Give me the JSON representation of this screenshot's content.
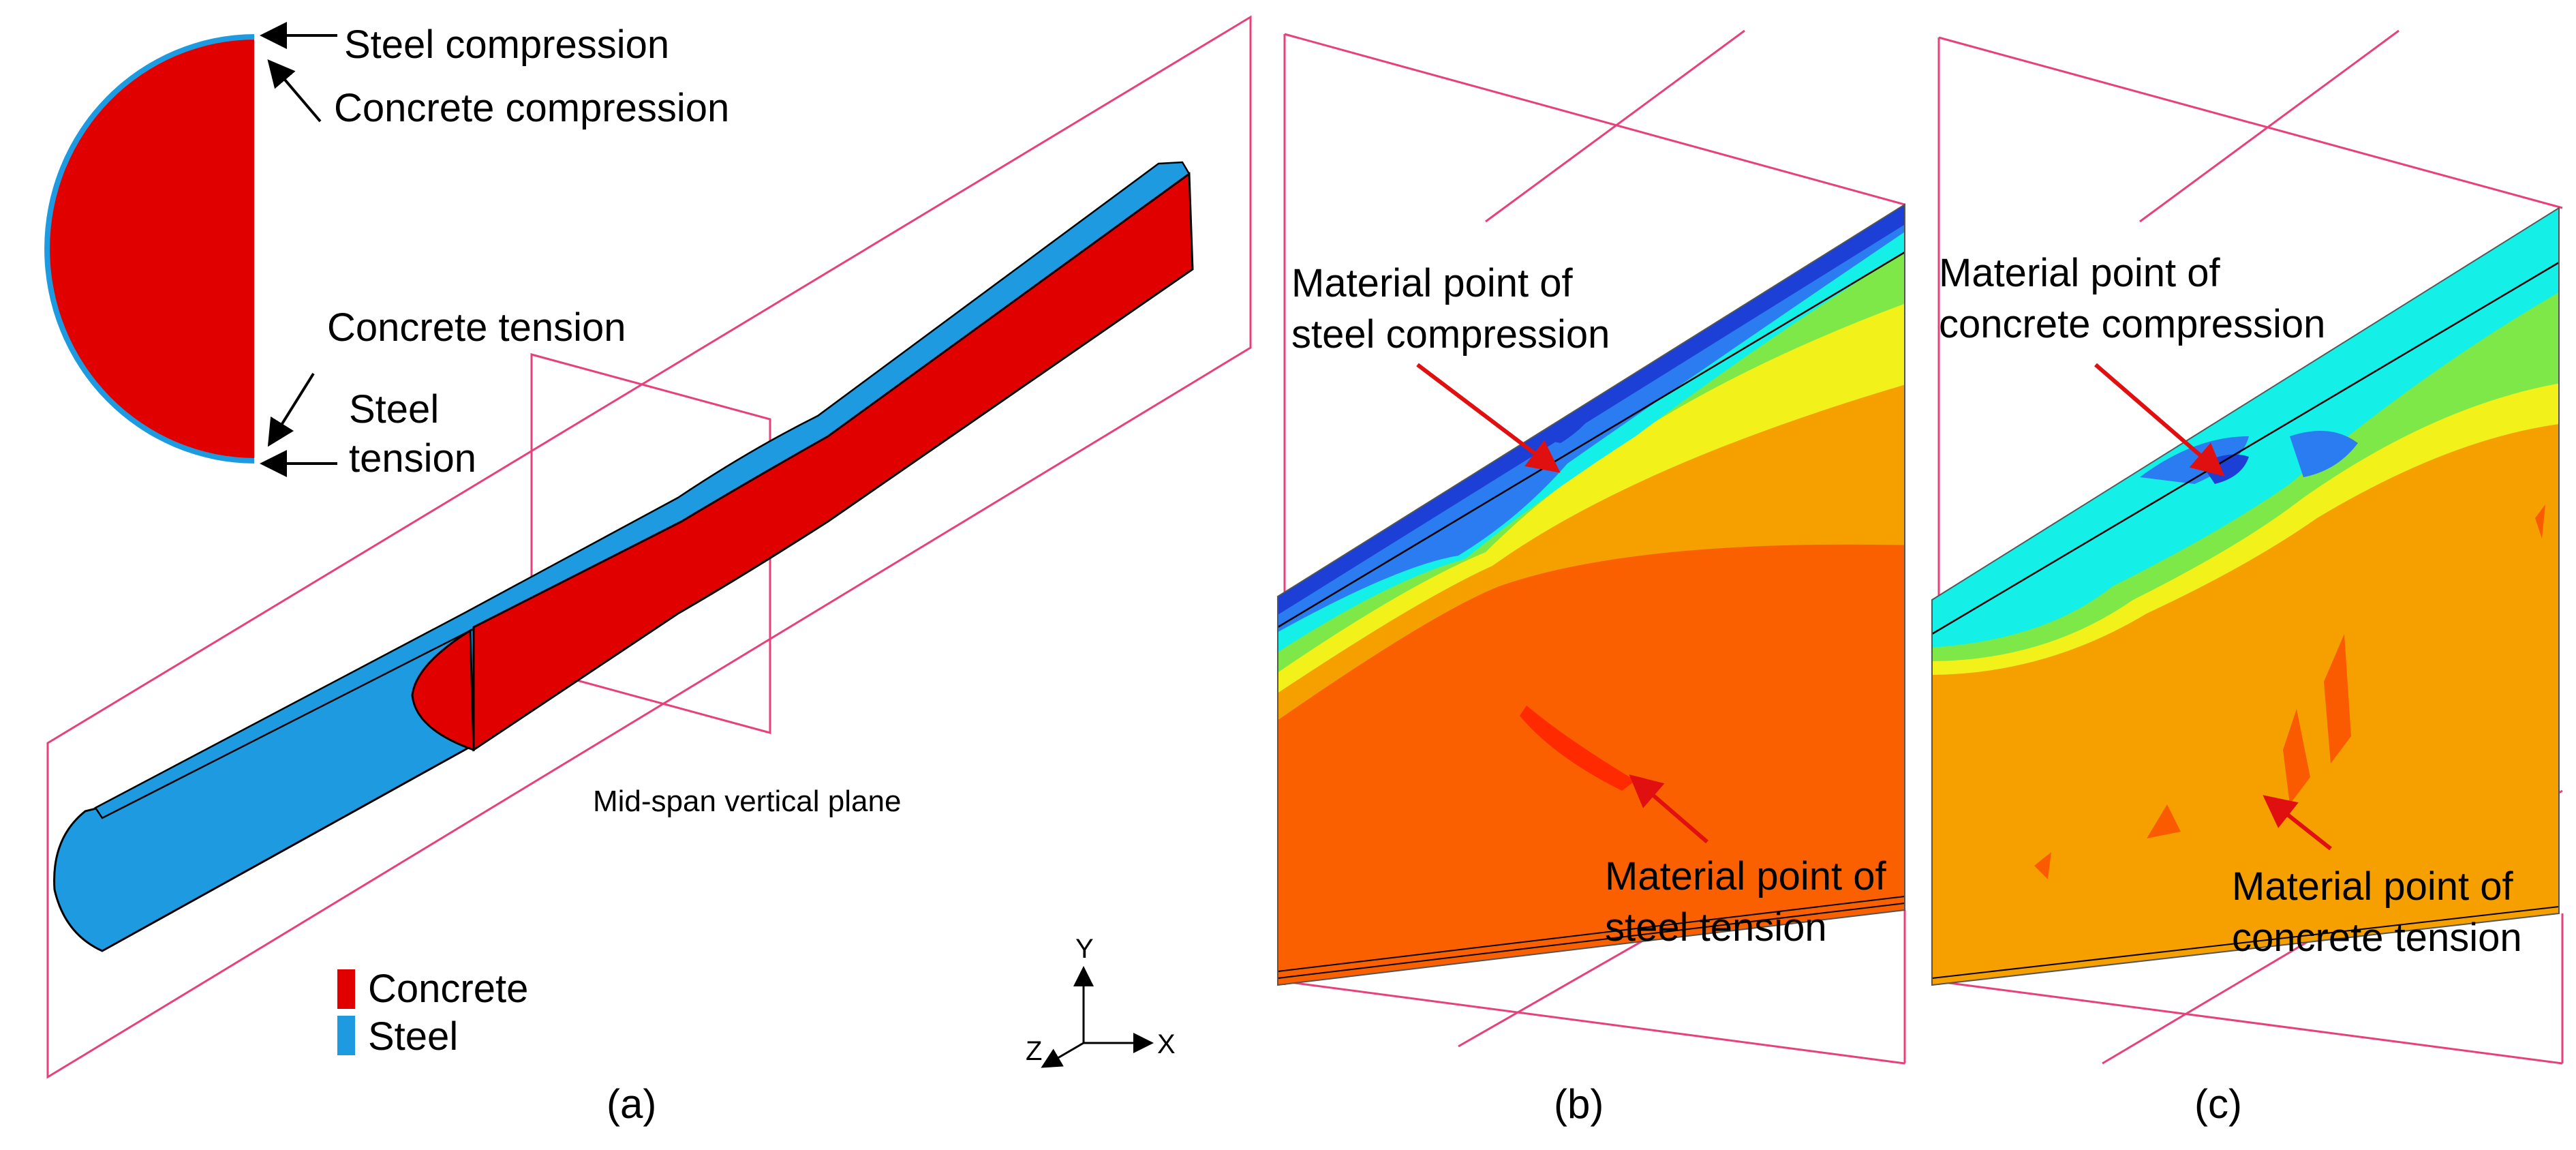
{
  "panel_a": {
    "section_labels": {
      "steel_compression": "Steel compression",
      "concrete_compression": "Concrete compression",
      "concrete_tension": "Concrete tension",
      "steel_tension_line1": "Steel",
      "steel_tension_line2": "tension"
    },
    "plane_label": "Mid-span vertical plane",
    "legend": [
      {
        "label": "Concrete",
        "color": "#e00000"
      },
      {
        "label": "Steel",
        "color": "#1e9be0"
      }
    ],
    "axes": {
      "y": "Y",
      "x": "X",
      "z": "Z"
    },
    "caption": "(a)"
  },
  "panel_b": {
    "annotation_top_line1": "Material point of",
    "annotation_top_line2": "steel compression",
    "annotation_bottom_line1": "Material point of",
    "annotation_bottom_line2": "steel tension",
    "caption": "(b)"
  },
  "panel_c": {
    "annotation_top_line1": "Material point of",
    "annotation_top_line2": "concrete compression",
    "annotation_bottom_line1": "Material point of",
    "annotation_bottom_line2": "concrete tension",
    "caption": "(c)"
  },
  "colors": {
    "concrete": "#e00000",
    "steel": "#1e9be0",
    "plane_outline": "#e8407a",
    "arrow_red": "#e01010",
    "contour_blue_dark": "#1c3fd6",
    "contour_blue": "#2a7cf0",
    "contour_cyan": "#14f0e8",
    "contour_green": "#7de848",
    "contour_yellow": "#f2f21a",
    "contour_orange": "#f6a000",
    "contour_orange_red": "#fa5a00",
    "contour_red": "#ff2a00"
  },
  "icons": [
    "arrow-left-icon",
    "arrow-diagonal-icon",
    "axis-triad-icon",
    "legend-swatch-icon"
  ]
}
